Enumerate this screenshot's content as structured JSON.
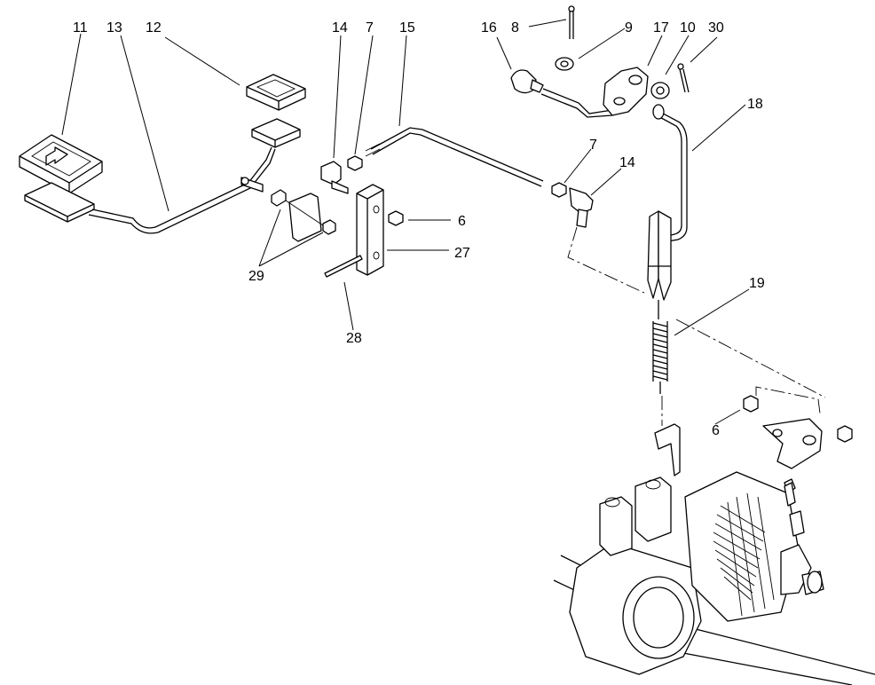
{
  "callouts": {
    "c11": "11",
    "c13": "13",
    "c12": "12",
    "c14a": "14",
    "c7a": "7",
    "c15": "15",
    "c16": "16",
    "c8": "8",
    "c9": "9",
    "c17": "17",
    "c10": "10",
    "c30": "30",
    "c18": "18",
    "c7b": "7",
    "c14b": "14",
    "c6a": "6",
    "c27": "27",
    "c29": "29",
    "c28": "28",
    "c19": "19",
    "c6b": "6"
  }
}
